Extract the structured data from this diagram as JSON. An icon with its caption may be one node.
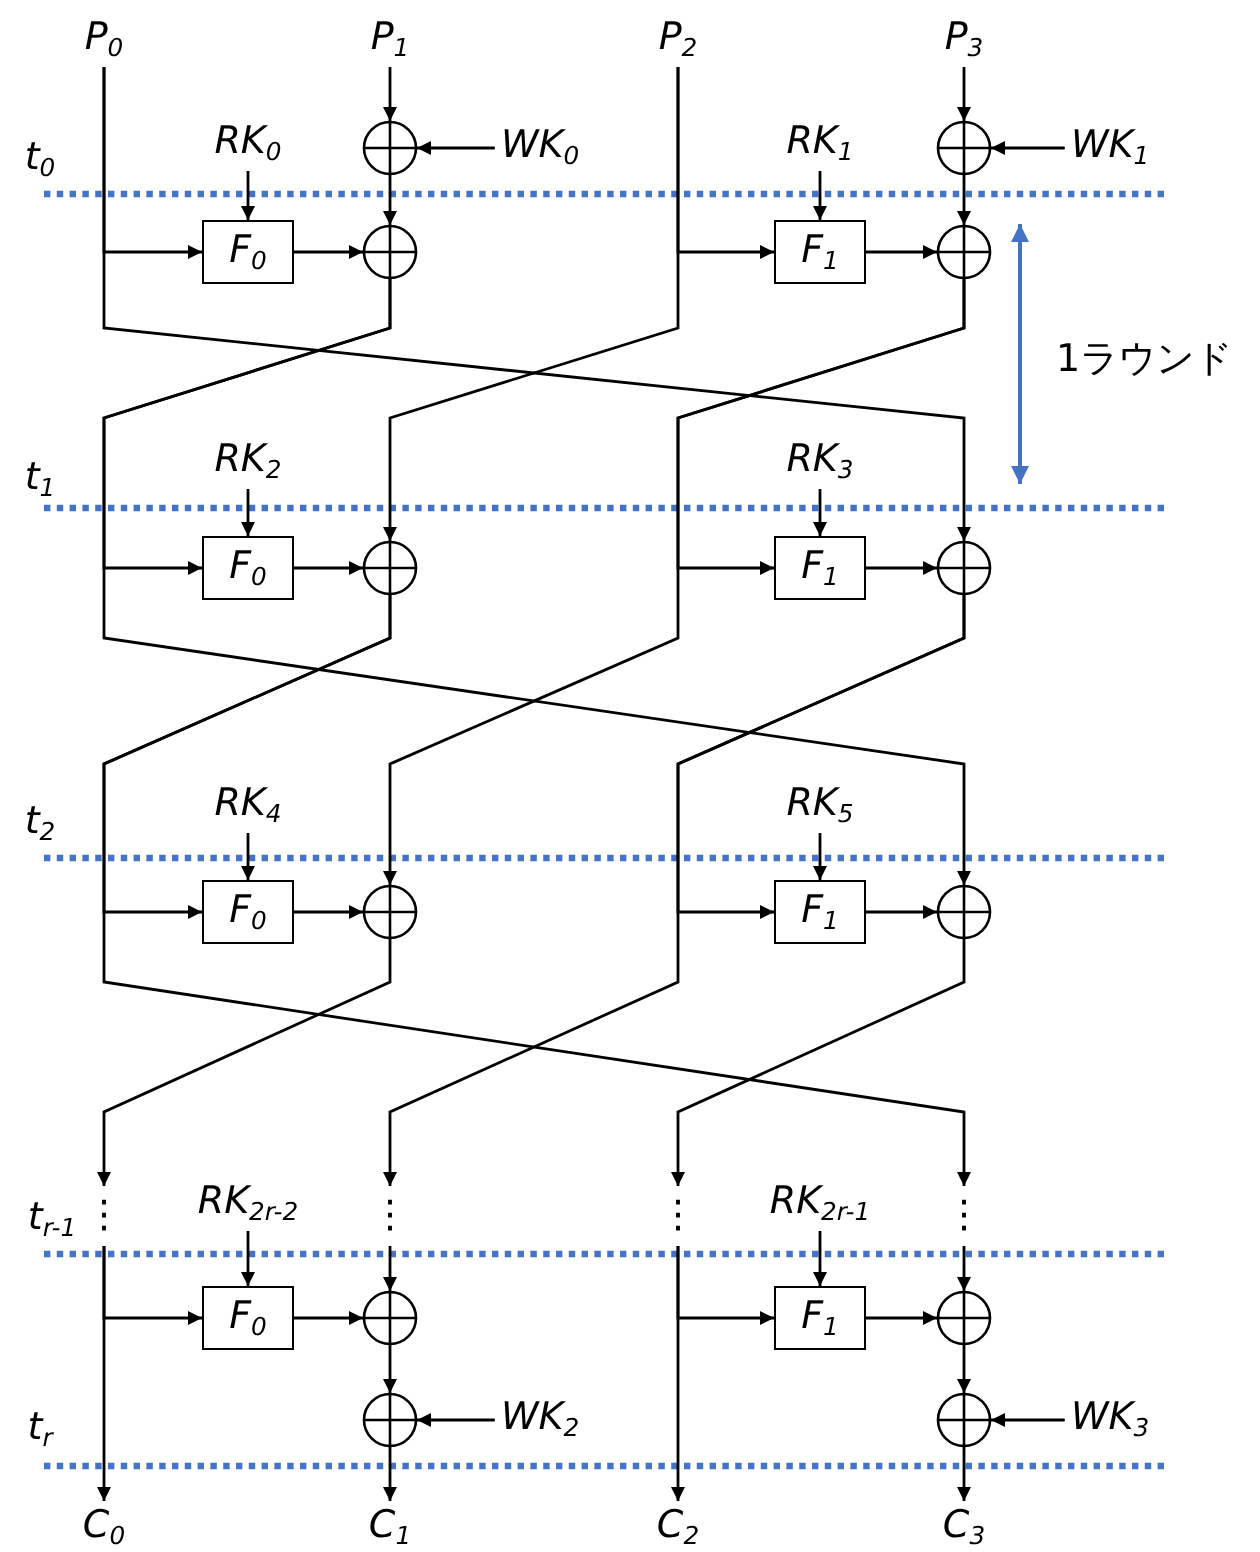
{
  "diagram": {
    "nodes": [
      {
        "text": [
          "P$_{0}$"
        ]
      },
      {
        "text": [
          "P$_{1}$"
        ]
      },
      {
        "text": [
          "P$_{2}$"
        ]
      },
      {
        "text": [
          "P$_{3}$"
        ]
      },
      {
        "text": [],
        "shape": "circle"
      },
      {
        "text": [
          "WK$_{0}$"
        ]
      },
      {
        "text": [],
        "shape": "circle"
      },
      {
        "text": [
          "WK$_{1}$"
        ]
      },
      {
        "text": [
          "RK$_{0}$"
        ]
      },
      {
        "text": [
          "RK$_{1}$"
        ]
      },
      {
        "text": [
          "F$_{0}$"
        ]
      },
      {
        "text": [],
        "shape": "circle"
      },
      {
        "text": [
          "F$_{1}$"
        ]
      },
      {
        "text": [],
        "shape": "circle"
      },
      {
        "text": [
          "RK$_{2}$"
        ]
      },
      {
        "text": [
          "RK$_{3}$"
        ]
      },
      {
        "text": [
          "F$_{0}$"
        ]
      },
      {
        "text": [],
        "shape": "circle"
      },
      {
        "text": [
          "F$_{1}$"
        ]
      },
      {
        "text": [],
        "shape": "circle"
      },
      {
        "text": [
          "RK$_{4}$"
        ]
      },
      {
        "text": [
          "RK$_{5}$"
        ]
      },
      {
        "text": [
          "F$_{0}$"
        ]
      },
      {
        "text": [],
        "shape": "circle"
      },
      {
        "text": [
          "F$_{1}$"
        ]
      },
      {
        "text": [],
        "shape": "circle"
      },
      {
        "text": [
          "⋮"
        ]
      },
      {
        "text": [
          "RK$_{2r-2}$"
        ]
      },
      {
        "text": [
          "⋮"
        ]
      },
      {
        "text": [
          "⋮"
        ]
      },
      {
        "text": [
          "RK$_{2r-1}$"
        ]
      },
      {
        "text": [
          "⋮"
        ]
      },
      {
        "text": [
          "F$_{0}$"
        ]
      },
      {
        "text": [],
        "shape": "circle"
      },
      {
        "text": [
          "F$_{1}$"
        ]
      },
      {
        "text": [],
        "shape": "circle"
      },
      {
        "text": [],
        "shape": "circle"
      },
      {
        "text": [
          "WK$_{2}$"
        ]
      },
      {
        "text": [],
        "shape": "circle"
      },
      {
        "text": [
          "WK$_{3}$"
        ]
      },
      {
        "text": [
          "C$_{0}$"
        ]
      },
      {
        "text": [
          "C$_{1}$"
        ]
      },
      {
        "text": [
          "C$_{2}$"
        ]
      },
      {
        "text": [
          "C$_{3}$"
        ]
      }
    ],
    "edges": [
      {
        "from": 1,
        "to": 4,
        "arrow": "to"
      },
      {
        "from": 5,
        "to": 4,
        "arrow": "to"
      },
      {
        "from": 3,
        "to": 6,
        "arrow": "to"
      },
      {
        "from": 7,
        "to": 6,
        "arrow": "to"
      },
      {
        "from": 8,
        "to": 10,
        "arrow": "to"
      },
      {
        "from": 0,
        "to": 10,
        "arrow": "to"
      },
      {
        "from": 10,
        "to": 11,
        "arrow": "to"
      },
      {
        "from": 4,
        "to": 11,
        "arrow": "to"
      },
      {
        "from": 9,
        "to": 12,
        "arrow": "to"
      },
      {
        "from": 2,
        "to": 12,
        "arrow": "to"
      },
      {
        "from": 12,
        "to": 13,
        "arrow": "to"
      },
      {
        "from": 6,
        "to": 13,
        "arrow": "to"
      },
      {
        "from": 14,
        "to": 16,
        "arrow": "to"
      },
      {
        "from": 11,
        "to": 16,
        "arrow": "to"
      },
      {
        "from": 16,
        "to": 17,
        "arrow": "to"
      },
      {
        "from": 2,
        "to": 17,
        "arrow": "to"
      },
      {
        "from": 15,
        "to": 18,
        "arrow": "to"
      },
      {
        "from": 13,
        "to": 18,
        "arrow": "to"
      },
      {
        "from": 18,
        "to": 19,
        "arrow": "to"
      },
      {
        "from": 0,
        "to": 19,
        "arrow": "to"
      },
      {
        "from": 20,
        "to": 22,
        "arrow": "to"
      },
      {
        "from": 17,
        "to": 22,
        "arrow": "to"
      },
      {
        "from": 22,
        "to": 23,
        "arrow": "to"
      },
      {
        "from": 13,
        "to": 23,
        "arrow": "to"
      },
      {
        "from": 21,
        "to": 24,
        "arrow": "to"
      },
      {
        "from": 19,
        "to": 24,
        "arrow": "to"
      },
      {
        "from": 24,
        "to": 25,
        "arrow": "to"
      },
      {
        "from": 11,
        "to": 25,
        "arrow": "to"
      },
      {
        "from": 23,
        "to": 26,
        "arrow": "to"
      },
      {
        "from": 19,
        "to": 28,
        "arrow": "to"
      },
      {
        "from": 25,
        "to": 29,
        "arrow": "to"
      },
      {
        "from": 17,
        "to": 31,
        "arrow": "to"
      },
      {
        "from": 26,
        "to": 32,
        "arrow": "to"
      },
      {
        "from": 27,
        "to": 32,
        "arrow": "to"
      },
      {
        "from": 32,
        "to": 33,
        "arrow": "to"
      },
      {
        "from": 28,
        "to": 33,
        "arrow": "to"
      },
      {
        "from": 26,
        "to": 40,
        "arrow": "to"
      },
      {
        "from": 33,
        "to": 36,
        "arrow": "to"
      },
      {
        "from": 37,
        "to": 36,
        "arrow": "to"
      },
      {
        "from": 36,
        "to": 41,
        "arrow": "to"
      },
      {
        "from": 29,
        "to": 34,
        "arrow": "to"
      },
      {
        "from": 30,
        "to": 34,
        "arrow": "to"
      },
      {
        "from": 34,
        "to": 35,
        "arrow": "to"
      },
      {
        "from": 31,
        "to": 35,
        "arrow": "to"
      },
      {
        "from": 29,
        "to": 42,
        "arrow": "to"
      },
      {
        "from": 35,
        "to": 38,
        "arrow": "to"
      },
      {
        "from": 39,
        "to": 38,
        "arrow": "to"
      },
      {
        "from": 38,
        "to": 43,
        "arrow": "to"
      }
    ],
    "labels": [
      "t$_{0}$",
      "1ラウンド",
      "t$_{1}$",
      "t$_{2}$",
      "t$_{r-1}$",
      "t$_{r}$"
    ]
  }
}
